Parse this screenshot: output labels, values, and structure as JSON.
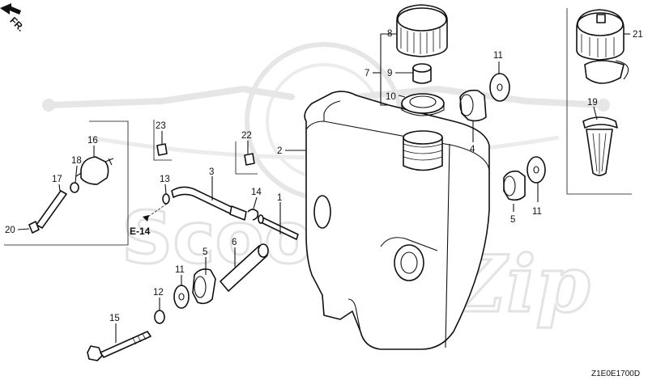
{
  "diagram": {
    "front_marker": "FR.",
    "reference_label": "E-14",
    "figure_code": "Z1E0E1700D",
    "watermark": {
      "logo_text_1": "Scooter",
      "logo_text_2": "Zip"
    },
    "callouts": [
      {
        "id": "1",
        "label": "1"
      },
      {
        "id": "2",
        "label": "2"
      },
      {
        "id": "3",
        "label": "3"
      },
      {
        "id": "4",
        "label": "4"
      },
      {
        "id": "5a",
        "label": "5"
      },
      {
        "id": "5b",
        "label": "5"
      },
      {
        "id": "6",
        "label": "6"
      },
      {
        "id": "7",
        "label": "7"
      },
      {
        "id": "8",
        "label": "8"
      },
      {
        "id": "9",
        "label": "9"
      },
      {
        "id": "10",
        "label": "10"
      },
      {
        "id": "11a",
        "label": "11"
      },
      {
        "id": "11b",
        "label": "11"
      },
      {
        "id": "11c",
        "label": "11"
      },
      {
        "id": "12",
        "label": "12"
      },
      {
        "id": "13",
        "label": "13"
      },
      {
        "id": "14",
        "label": "14"
      },
      {
        "id": "15",
        "label": "15"
      },
      {
        "id": "16",
        "label": "16"
      },
      {
        "id": "17",
        "label": "17"
      },
      {
        "id": "18",
        "label": "18"
      },
      {
        "id": "19",
        "label": "19"
      },
      {
        "id": "20",
        "label": "20"
      },
      {
        "id": "21",
        "label": "21"
      },
      {
        "id": "22",
        "label": "22"
      },
      {
        "id": "23",
        "label": "23"
      }
    ]
  }
}
